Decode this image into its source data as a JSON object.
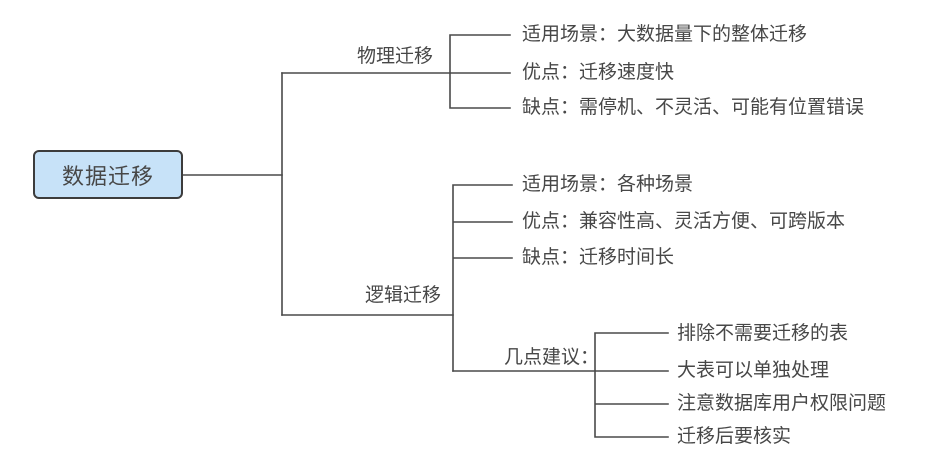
{
  "mindmap": {
    "root": {
      "label": "数据迁移"
    },
    "physical": {
      "label": "物理迁移",
      "leaves": [
        "适用场景：大数据量下的整体迁移",
        "优点：迁移速度快",
        "缺点：需停机、不灵活、可能有位置错误"
      ]
    },
    "logical": {
      "label": "逻辑迁移",
      "leaves": [
        "适用场景：各种场景",
        "优点：兼容性高、灵活方便、可跨版本",
        "缺点：迁移时间长"
      ]
    },
    "suggestions": {
      "label": "几点建议：",
      "leaves": [
        "排除不需要迁移的表",
        "大表可以单独处理",
        "注意数据库用户权限问题",
        "迁移后要核实"
      ]
    }
  },
  "colors": {
    "node-fill": "#C7E2F8",
    "node-border": "#3C3C3C",
    "line": "#4A4A4A",
    "text": "#474747",
    "background": "#FFFFFF"
  }
}
